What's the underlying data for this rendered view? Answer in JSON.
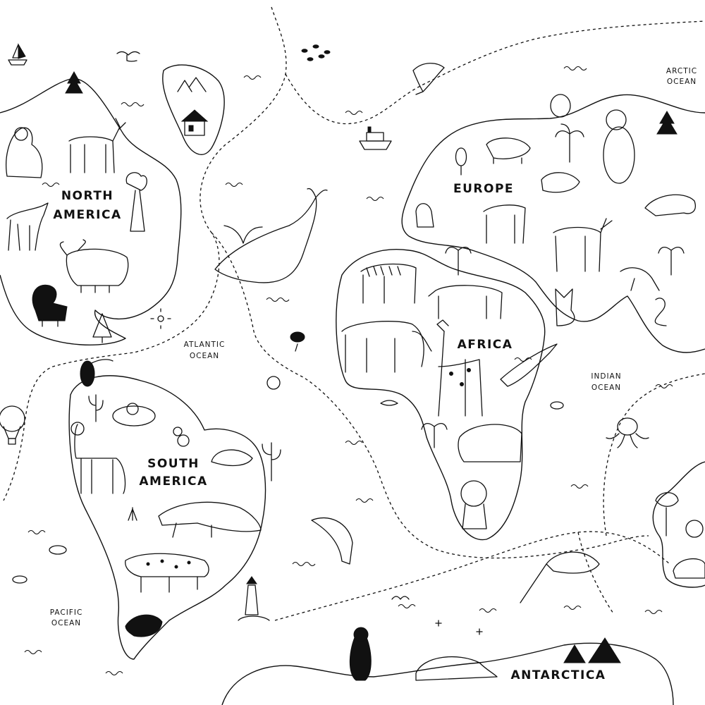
{
  "map": {
    "continents": {
      "north_america": [
        "NORTH",
        "AMERICA"
      ],
      "south_america": [
        "SOUTH",
        "AMERICA"
      ],
      "europe": "EUROPE",
      "africa": "AFRICA",
      "antarctica": "ANTARCTICA"
    },
    "oceans": {
      "arctic": [
        "ARCTIC",
        "OCEAN"
      ],
      "atlantic": [
        "ATLANTIC",
        "OCEAN"
      ],
      "indian": [
        "INDIAN",
        "OCEAN"
      ],
      "pacific": [
        "PACIFIC",
        "OCEAN"
      ]
    },
    "style": {
      "ink": "#111111",
      "paper": "#ffffff"
    }
  }
}
